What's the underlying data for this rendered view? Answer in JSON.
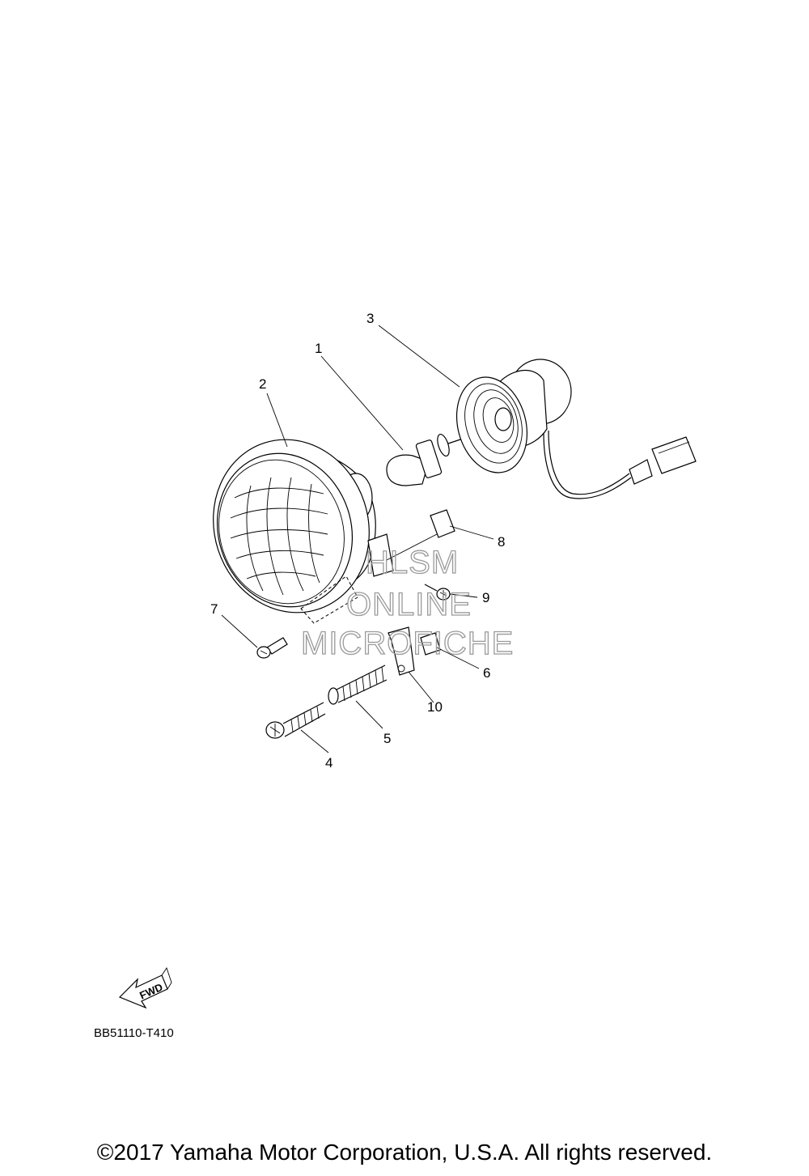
{
  "diagram": {
    "figure_code": "BB51110-T410",
    "fwd_arrow_label": "FWD",
    "callouts": [
      {
        "id": "1",
        "label": "1"
      },
      {
        "id": "2",
        "label": "2"
      },
      {
        "id": "3",
        "label": "3"
      },
      {
        "id": "4",
        "label": "4"
      },
      {
        "id": "5",
        "label": "5"
      },
      {
        "id": "6",
        "label": "6"
      },
      {
        "id": "7",
        "label": "7"
      },
      {
        "id": "8",
        "label": "8"
      },
      {
        "id": "9",
        "label": "9"
      },
      {
        "id": "10",
        "label": "10"
      }
    ]
  },
  "watermark": {
    "line1": "HLSM",
    "line2": "ONLINE",
    "line3": "MICROFICHE",
    "color": "#9a9a9a"
  },
  "copyright": "©2017 Yamaha Motor Corporation, U.S.A. All rights reserved."
}
